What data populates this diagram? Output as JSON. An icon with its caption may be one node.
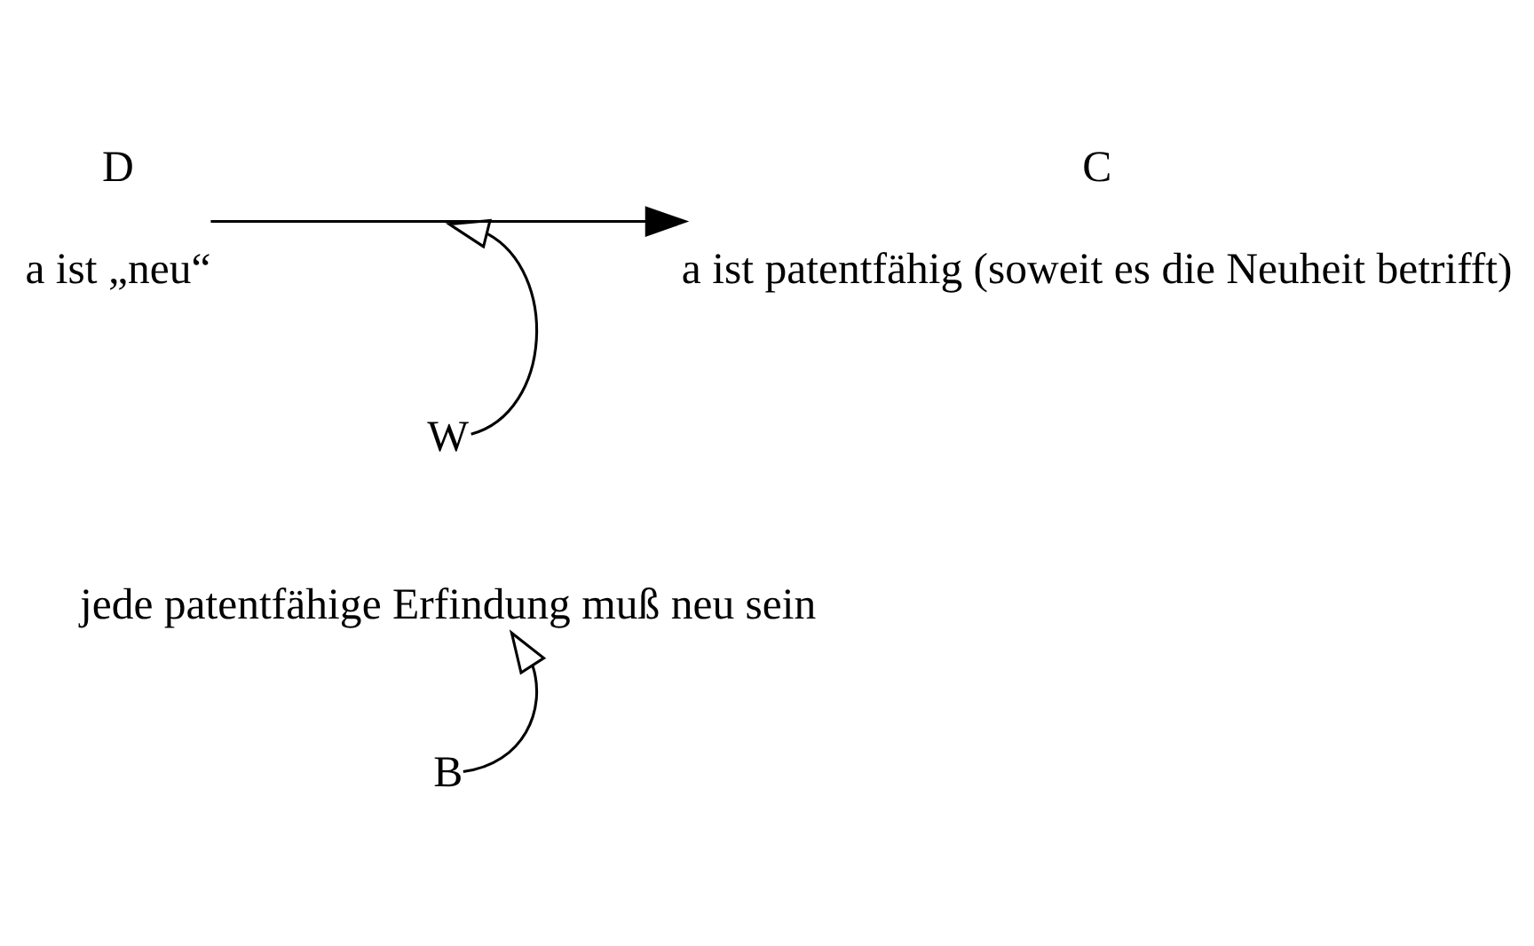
{
  "diagram": {
    "nodes": [
      {
        "text": [
          "D"
        ],
        "beside": [
          "a ist „neu“"
        ]
      },
      {
        "text": [
          "C"
        ],
        "beside": [
          "a ist patentfähig (soweit es die Neuheit betrifft)"
        ]
      },
      {
        "text": [
          "W"
        ]
      },
      {
        "text": [
          "jede patentfähige Erfindung muß neu sein"
        ]
      },
      {
        "text": [
          "B"
        ]
      }
    ],
    "edges": [
      {
        "from": 0,
        "to": 1,
        "arrow": "to"
      },
      {
        "from": 2,
        "to": null,
        "arrow": "to"
      },
      {
        "from": 4,
        "to": 3,
        "arrow": "to"
      }
    ]
  }
}
